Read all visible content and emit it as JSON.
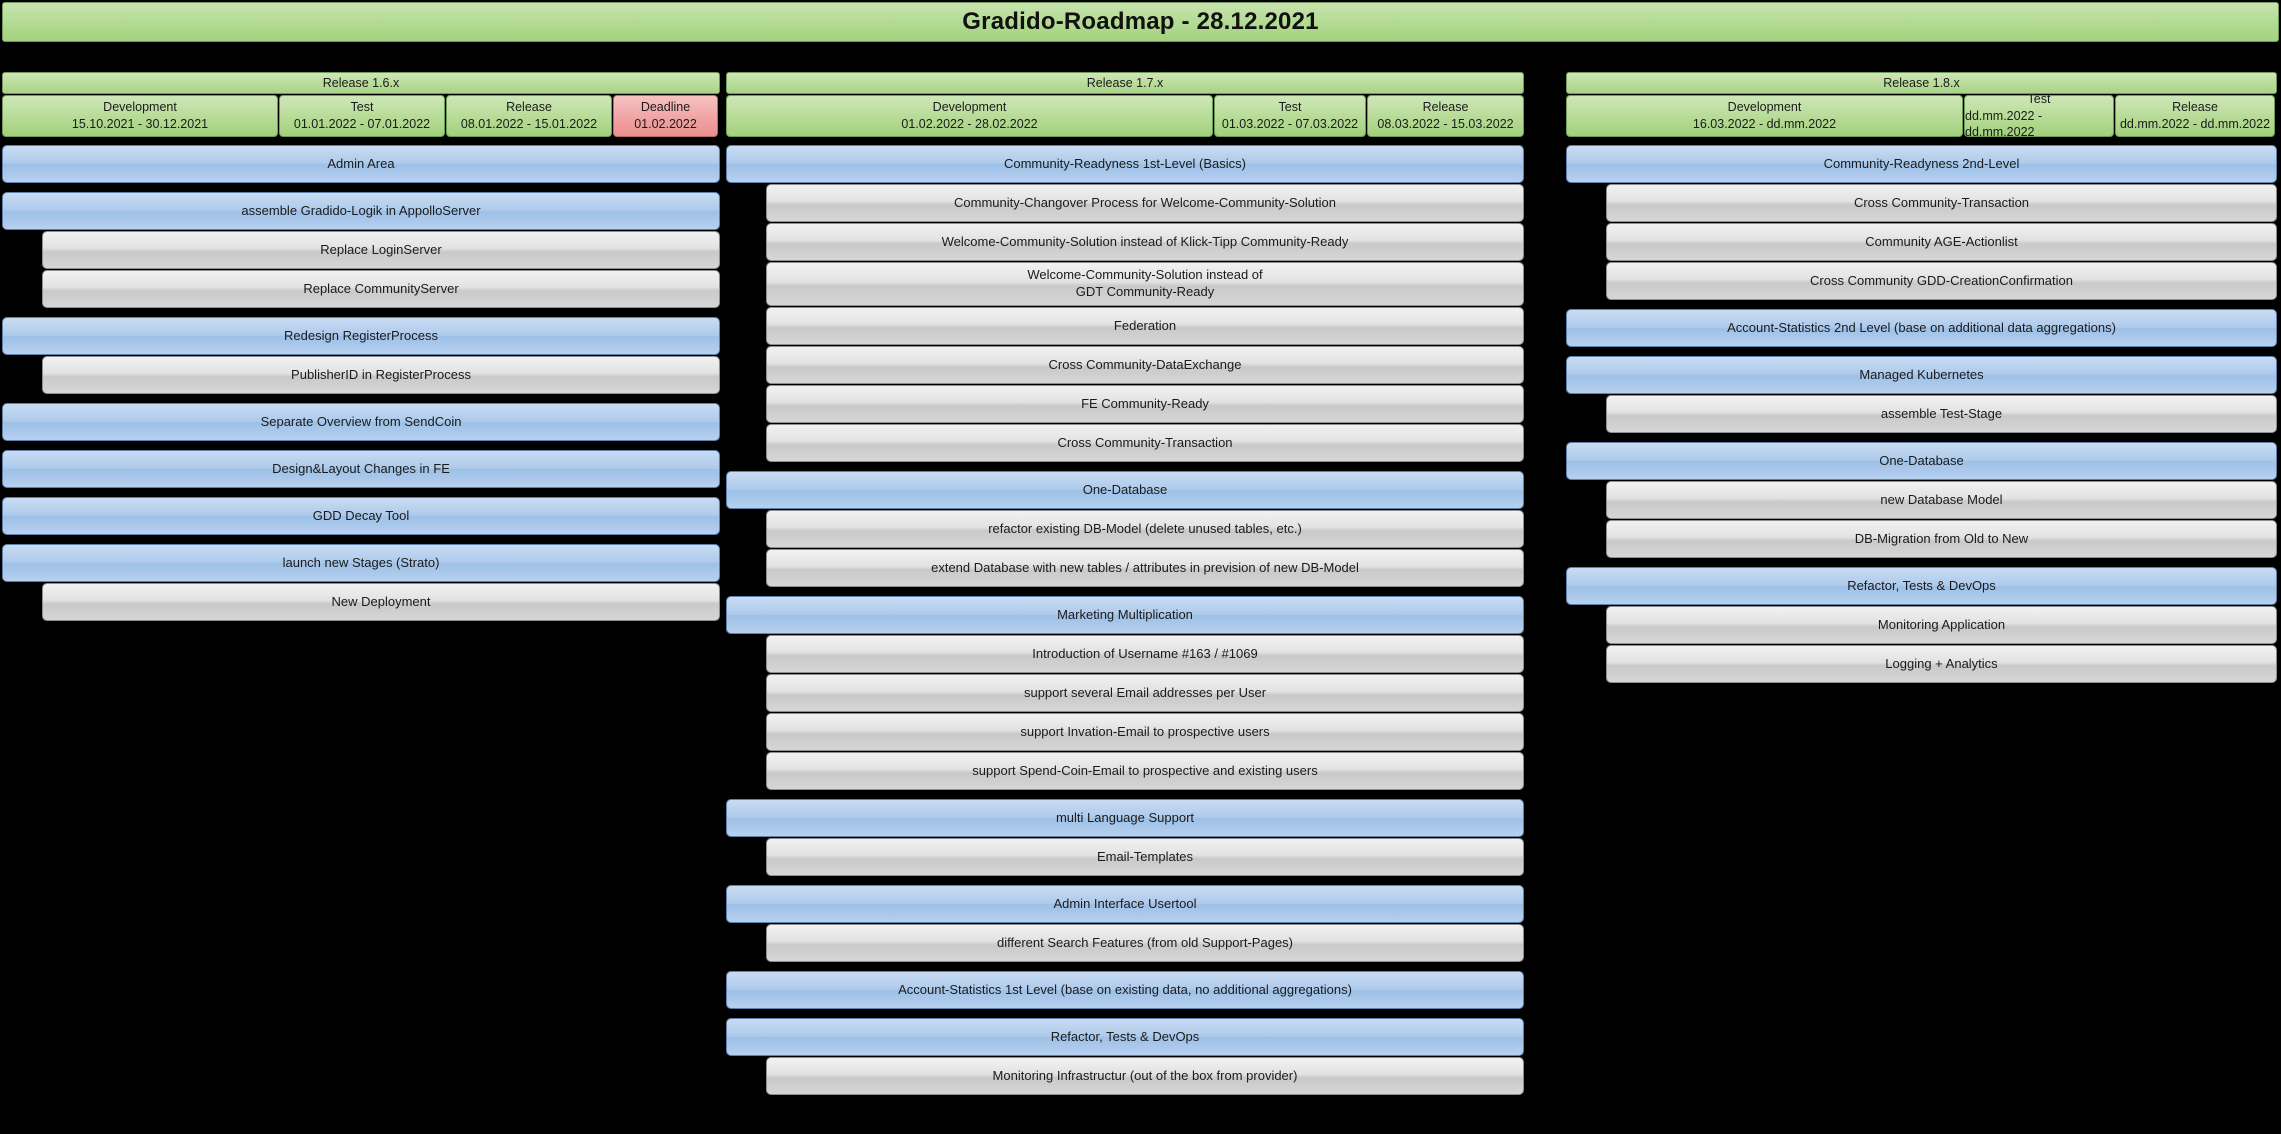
{
  "title": "Gradido-Roadmap - 28.12.2021",
  "colors": {
    "header_green": "#b4da93",
    "deadline_red": "#f0a1a1",
    "epic_blue": "#aecaeb",
    "sub_gray": "#d6d6d6",
    "background": "#000000"
  },
  "releases": [
    {
      "name": "Release 1.6.x",
      "phases": [
        {
          "name": "Development",
          "dates": "15.10.2021 - 30.12.2021",
          "kind": "dev"
        },
        {
          "name": "Test",
          "dates": "01.01.2022 - 07.01.2022",
          "kind": "test"
        },
        {
          "name": "Release",
          "dates": "08.01.2022 - 15.01.2022",
          "kind": "rel"
        },
        {
          "name": "Deadline",
          "dates": "01.02.2022",
          "kind": "deadline"
        }
      ],
      "groups": [
        {
          "epic": "Admin Area",
          "subs": []
        },
        {
          "epic": "assemble Gradido-Logik in AppolloServer",
          "subs": [
            "Replace LoginServer",
            "Replace CommunityServer"
          ]
        },
        {
          "epic": "Redesign RegisterProcess",
          "subs": [
            "PublisherID in RegisterProcess"
          ]
        },
        {
          "epic": "Separate Overview from SendCoin",
          "subs": []
        },
        {
          "epic": "Design&Layout Changes in FE",
          "subs": []
        },
        {
          "epic": "GDD Decay Tool",
          "subs": []
        },
        {
          "epic": "launch new Stages (Strato)",
          "subs": [
            "New Deployment"
          ]
        }
      ]
    },
    {
      "name": "Release 1.7.x",
      "phases": [
        {
          "name": "Development",
          "dates": "01.02.2022 - 28.02.2022",
          "kind": "dev"
        },
        {
          "name": "Test",
          "dates": "01.03.2022 - 07.03.2022",
          "kind": "test"
        },
        {
          "name": "Release",
          "dates": "08.03.2022 - 15.03.2022",
          "kind": "rel"
        }
      ],
      "groups": [
        {
          "epic": "Community-Readyness 1st-Level (Basics)",
          "subs": [
            "Community-Changover Process for Welcome-Community-Solution",
            "Welcome-Community-Solution instead of Klick-Tipp Community-Ready",
            "Welcome-Community-Solution instead of\nGDT Community-Ready",
            "Federation",
            "Cross Community-DataExchange",
            "FE Community-Ready",
            "Cross Community-Transaction"
          ]
        },
        {
          "epic": "One-Database",
          "subs": [
            "refactor existing DB-Model (delete unused tables, etc.)",
            "extend Database with new tables / attributes in prevision of new DB-Model"
          ]
        },
        {
          "epic": "Marketing Multiplication",
          "subs": [
            "Introduction of Username #163 / #1069",
            "support several Email addresses per User",
            "support Invation-Email to prospective users",
            "support Spend-Coin-Email to prospective and existing users"
          ]
        },
        {
          "epic": "multi Language Support",
          "subs": [
            "Email-Templates"
          ]
        },
        {
          "epic": "Admin Interface Usertool",
          "subs": [
            "different Search Features (from old Support-Pages)"
          ]
        },
        {
          "epic": "Account-Statistics 1st Level (base on existing data, no additional aggregations)",
          "subs": []
        },
        {
          "epic": "Refactor, Tests & DevOps",
          "subs": [
            "Monitoring Infrastructur (out of the box from provider)"
          ]
        }
      ]
    },
    {
      "name": "Release 1.8.x",
      "phases": [
        {
          "name": "Development",
          "dates": "16.03.2022 - dd.mm.2022",
          "kind": "dev"
        },
        {
          "name": "Test",
          "dates": "dd.mm.2022 - dd.mm.2022",
          "kind": "test"
        },
        {
          "name": "Release",
          "dates": "dd.mm.2022 - dd.mm.2022",
          "kind": "rel"
        }
      ],
      "groups": [
        {
          "epic": "Community-Readyness 2nd-Level",
          "subs": [
            "Cross Community-Transaction",
            "Community AGE-Actionlist",
            "Cross Community GDD-CreationConfirmation"
          ]
        },
        {
          "epic": "Account-Statistics 2nd Level (base on additional data aggregations)",
          "subs": []
        },
        {
          "epic": "Managed Kubernetes",
          "subs": [
            "assemble Test-Stage"
          ]
        },
        {
          "epic": "One-Database",
          "subs": [
            "new Database Model",
            "DB-Migration from Old to New"
          ]
        },
        {
          "epic": "Refactor, Tests & DevOps",
          "subs": [
            "Monitoring Application",
            "Logging + Analytics"
          ]
        }
      ]
    }
  ]
}
